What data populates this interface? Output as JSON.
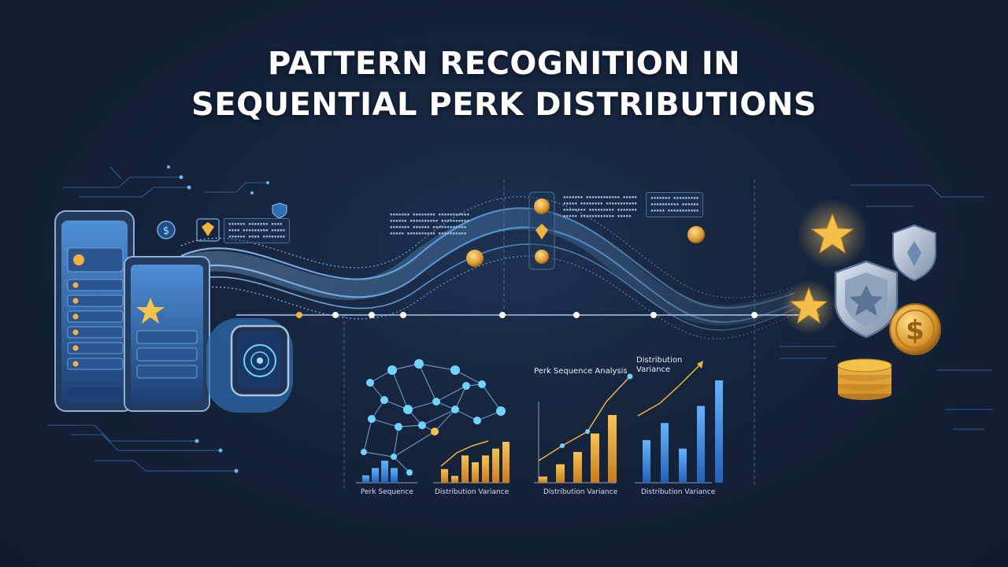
{
  "title": {
    "line1": "PATTERN RECOGNITION IN",
    "line2": "SEQUENTIAL PERK DISTRIBUTIONS"
  },
  "icons": [
    "phone-icon",
    "tablet-icon",
    "watch-icon",
    "dollar-coin-icon",
    "star-icon",
    "shield-icon",
    "gem-icon",
    "coin-stack-icon",
    "neural-network-icon"
  ],
  "colors": {
    "background": "#15233b",
    "wave": "#6fb3f0",
    "gold": "#f2b33d",
    "blue_bar": "#3b8ee8",
    "node": "#6fd4ff"
  },
  "panels": [
    {
      "label": "Perk Sequence",
      "chart_type": "bar"
    },
    {
      "label": "Distribution Variance",
      "chart_type": "bar"
    },
    {
      "title": "Perk Sequence Analysis",
      "label": "Distribution Variance",
      "chart_type": "bar"
    },
    {
      "title": "Distribution Variance",
      "label": "Distribution Variance",
      "chart_type": "bar"
    }
  ],
  "chart_data": [
    {
      "type": "bar",
      "title": "",
      "xlabel": "Perk Sequence",
      "series": [
        {
          "values": [
            1,
            2,
            3,
            2
          ]
        }
      ]
    },
    {
      "type": "bar",
      "title": "",
      "xlabel": "Distribution Variance",
      "series": [
        {
          "values": [
            2,
            1,
            4,
            3,
            4,
            5,
            6
          ]
        }
      ]
    },
    {
      "type": "bar",
      "title": "Perk Sequence Analysis",
      "xlabel": "Distribution Variance",
      "series": [
        {
          "values": [
            1,
            3,
            5,
            8,
            11
          ]
        }
      ]
    },
    {
      "type": "bar",
      "title": "Distribution Variance",
      "xlabel": "Distribution Variance",
      "series": [
        {
          "values": [
            5,
            7,
            4,
            9,
            12
          ]
        }
      ]
    }
  ]
}
